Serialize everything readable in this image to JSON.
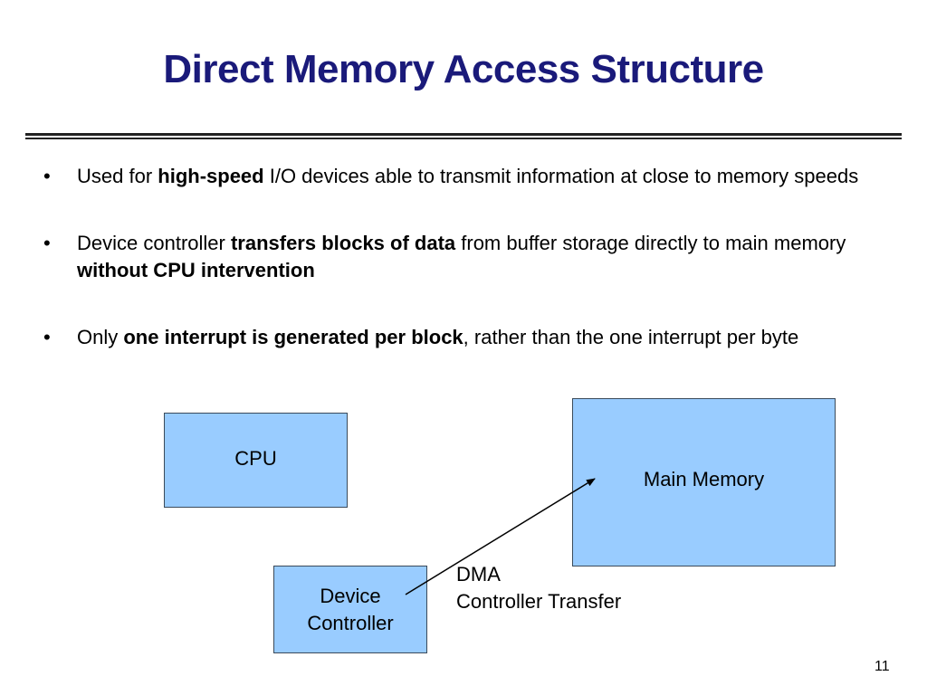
{
  "slide": {
    "title": "Direct Memory Access Structure",
    "bullet_glyph": "•",
    "bullets": [
      {
        "parts": [
          {
            "text": "Used for ",
            "bold": false
          },
          {
            "text": "high-speed",
            "bold": true
          },
          {
            "text": " I/O devices able to transmit information at close to memory speeds",
            "bold": false
          }
        ]
      },
      {
        "parts": [
          {
            "text": "Device controller ",
            "bold": false
          },
          {
            "text": "transfers blocks of data",
            "bold": true
          },
          {
            "text": " from buffer storage directly to main memory ",
            "bold": false
          },
          {
            "text": "without CPU intervention",
            "bold": true
          }
        ]
      },
      {
        "parts": [
          {
            "text": "Only ",
            "bold": false
          },
          {
            "text": "one interrupt is generated per block",
            "bold": true
          },
          {
            "text": ", rather than the one interrupt per byte",
            "bold": false
          }
        ]
      }
    ],
    "diagram": {
      "cpu_label": "CPU",
      "memory_label": "Main Memory",
      "device_label_line1": "Device",
      "device_label_line2": "Controller",
      "transfer_label_line1": "DMA",
      "transfer_label_line2": "Controller Transfer",
      "box_color": "#99ccff"
    },
    "page_number": "11"
  }
}
